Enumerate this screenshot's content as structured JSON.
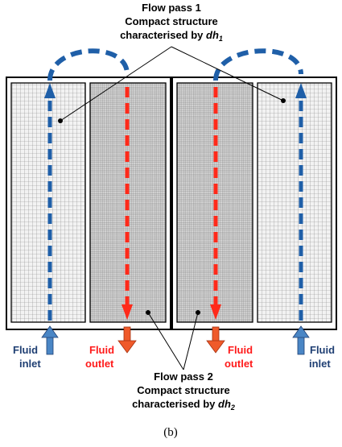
{
  "figure": {
    "label": "(b)"
  },
  "callouts": {
    "top": {
      "line1": "Flow pass 1",
      "line2": "Compact structure",
      "line3_prefix": "characterised by ",
      "line3_var": "dh",
      "line3_sub": "1"
    },
    "bottom": {
      "line1": "Flow pass 2",
      "line2": "Compact structure",
      "line3_prefix": "characterised by ",
      "line3_var": "dh",
      "line3_sub": "2"
    }
  },
  "ports": {
    "left_inlet": {
      "line1": "Fluid",
      "line2": "inlet"
    },
    "left_outlet": {
      "line1": "Fluid",
      "line2": "outlet"
    },
    "right_outlet": {
      "line1": "Fluid",
      "line2": "outlet"
    },
    "right_inlet": {
      "line1": "Fluid",
      "line2": "inlet"
    }
  },
  "colors": {
    "inlet_flow": "#1f5fa8",
    "outlet_flow": "#ff2a1a",
    "inlet_label": "#1f3f73",
    "outlet_label": "#ff1a1a",
    "inlet_arrow": "#4a86c5",
    "outlet_arrow": "#ef5a2a",
    "frame": "#000000",
    "coarse_panel_bg": "#f2f2f2",
    "fine_panel_bg": "#cfcfcf"
  }
}
